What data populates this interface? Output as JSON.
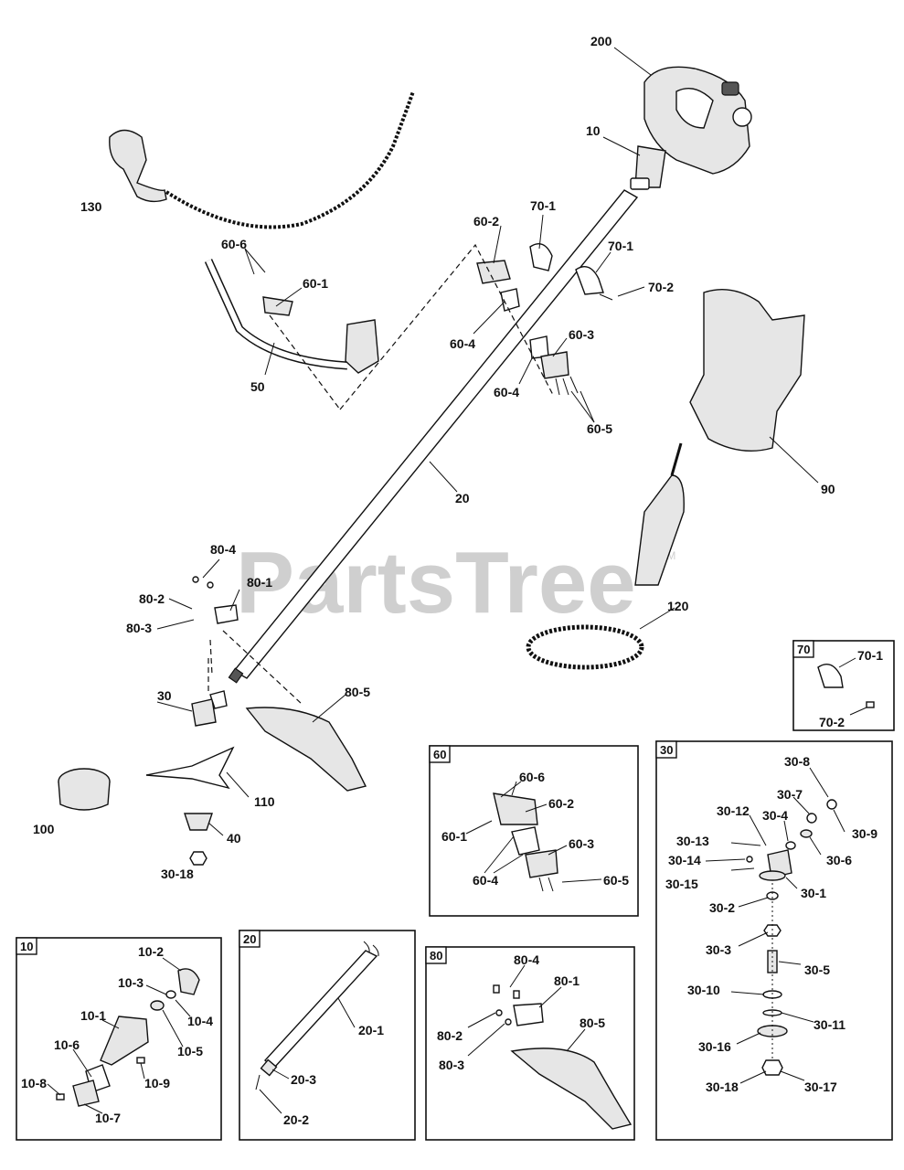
{
  "watermark": {
    "text": "PartsTree",
    "tm": "TM"
  },
  "main": {
    "labels": {
      "l200": "200",
      "l10": "10",
      "l130": "130",
      "l60_2": "60-2",
      "l70_1a": "70-1",
      "l70_1b": "70-1",
      "l70_2": "70-2",
      "l60_6": "60-6",
      "l60_1": "60-1",
      "l60_4a": "60-4",
      "l60_3": "60-3",
      "l60_4b": "60-4",
      "l60_5": "60-5",
      "l50": "50",
      "l20": "20",
      "l90": "90",
      "l80_4": "80-4",
      "l80_1": "80-1",
      "l80_2": "80-2",
      "l80_3": "80-3",
      "l120": "120",
      "l30": "30",
      "l80_5": "80-5",
      "l110": "110",
      "l100": "100",
      "l40": "40",
      "l30_18": "30-18"
    }
  },
  "detail_boxes": {
    "b70": {
      "tag": "70",
      "labels": [
        "70-1",
        "70-2"
      ]
    },
    "b60": {
      "tag": "60",
      "labels": [
        "60-6",
        "60-2",
        "60-1",
        "60-3",
        "60-4",
        "60-5"
      ]
    },
    "b30": {
      "tag": "30",
      "labels": [
        "30-8",
        "30-7",
        "30-12",
        "30-4",
        "30-9",
        "30-13",
        "30-6",
        "30-14",
        "30-1",
        "30-15",
        "30-2",
        "30-3",
        "30-5",
        "30-10",
        "30-11",
        "30-16",
        "30-18",
        "30-17"
      ]
    },
    "b10": {
      "tag": "10",
      "labels": [
        "10-2",
        "10-3",
        "10-4",
        "10-1",
        "10-5",
        "10-6",
        "10-9",
        "10-8",
        "10-7"
      ]
    },
    "b20": {
      "tag": "20",
      "labels": [
        "20-1",
        "20-3",
        "20-2"
      ]
    },
    "b80": {
      "tag": "80",
      "labels": [
        "80-4",
        "80-1",
        "80-2",
        "80-5",
        "80-3"
      ]
    }
  }
}
